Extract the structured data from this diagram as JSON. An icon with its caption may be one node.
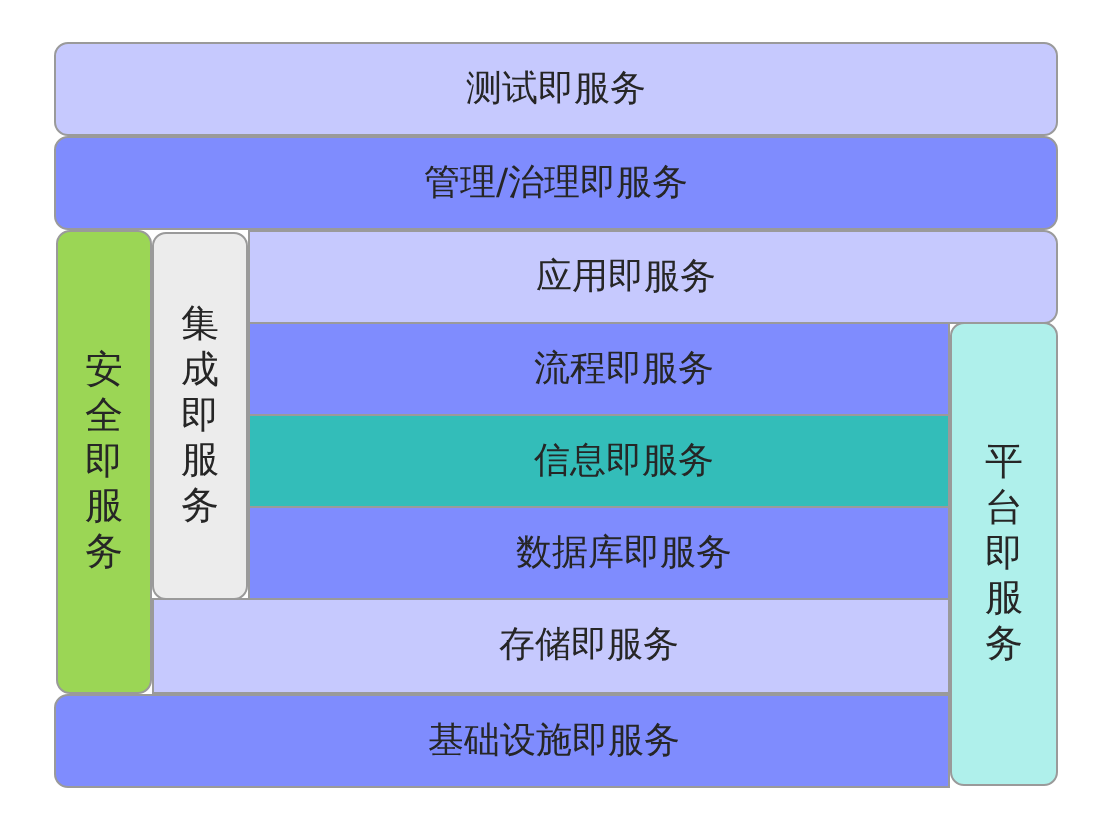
{
  "diagram": {
    "nodes": [
      {
        "text": [
          "测试即服务"
        ]
      },
      {
        "text": [
          "管理/治理即服务"
        ]
      },
      {
        "text": [
          "安全即服务"
        ]
      },
      {
        "text": [
          "集成即服务"
        ]
      },
      {
        "text": [
          "应用即服务"
        ]
      },
      {
        "text": [
          "流程即服务"
        ]
      },
      {
        "text": [
          "信息即服务"
        ]
      },
      {
        "text": [
          "数据库即服务"
        ]
      },
      {
        "text": [
          "平台即服务"
        ]
      },
      {
        "text": [
          "存储即服务"
        ]
      },
      {
        "text": [
          "基础设施即服务"
        ]
      }
    ]
  }
}
